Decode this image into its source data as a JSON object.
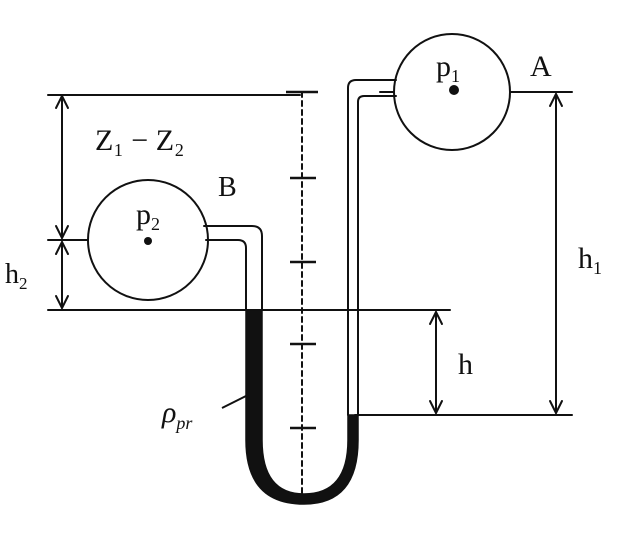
{
  "diagram": {
    "label_A": "A",
    "label_B": "B",
    "label_p1_base": "p",
    "label_p1_sub": "1",
    "label_p2_base": "p",
    "label_p2_sub": "2",
    "label_Z_diff": "Z₁ − Z₂",
    "label_h1_base": "h",
    "label_h1_sub": "1",
    "label_h2_base": "h",
    "label_h2_sub": "2",
    "label_h": "h",
    "label_rho_base": "ρ",
    "label_rho_sub": "pr"
  },
  "colors": {
    "ink": "#111111",
    "liquid": "#111111",
    "background": "#ffffff"
  }
}
